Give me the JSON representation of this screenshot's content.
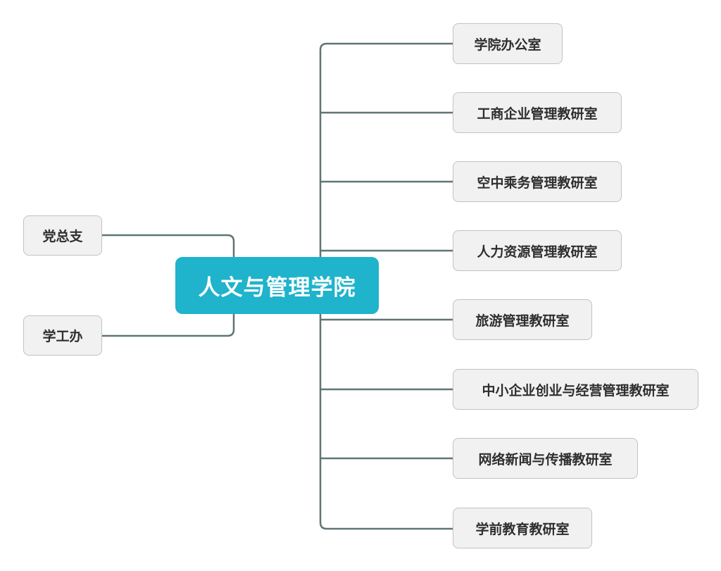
{
  "root": {
    "label": "人文与管理学院",
    "color": "#1fb3cc"
  },
  "left_branches": [
    {
      "label": "党总支"
    },
    {
      "label": "学工办"
    }
  ],
  "right_branches": [
    {
      "label": "学院办公室"
    },
    {
      "label": "工商企业管理教研室"
    },
    {
      "label": "空中乘务管理教研室"
    },
    {
      "label": "人力资源管理教研室"
    },
    {
      "label": "旅游管理教研室"
    },
    {
      "label": "中小企业创业与经营管理教研室"
    },
    {
      "label": "网络新闻与传播教研室"
    },
    {
      "label": "学前教育教研室"
    }
  ],
  "colors": {
    "connector": "#5f7475",
    "node_fill": "#f1f1f1",
    "node_border": "#c2c2c2"
  }
}
